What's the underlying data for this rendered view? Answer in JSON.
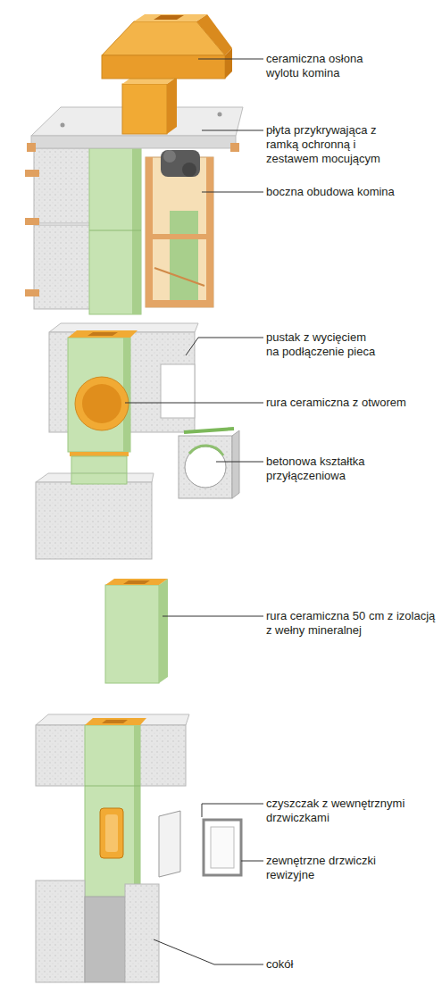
{
  "diagram": {
    "labels": [
      "ceramiczna osłona wylotu komina",
      "płyta przykrywająca z ramką ochronną i zestawem mocującym",
      "boczna obudowa komina",
      "pustak z wycięciem na podłączenie pieca",
      "rura ceramiczna z otworem",
      "betonowa kształtka przyłączeniowa",
      "rura ceramiczna 50 cm z izolacją z wełny mineralnej",
      "czyszczak z wewnętrznymi drzwiczkami",
      "zewnętrzne drzwiczki rewizyjne",
      "cokół"
    ]
  }
}
